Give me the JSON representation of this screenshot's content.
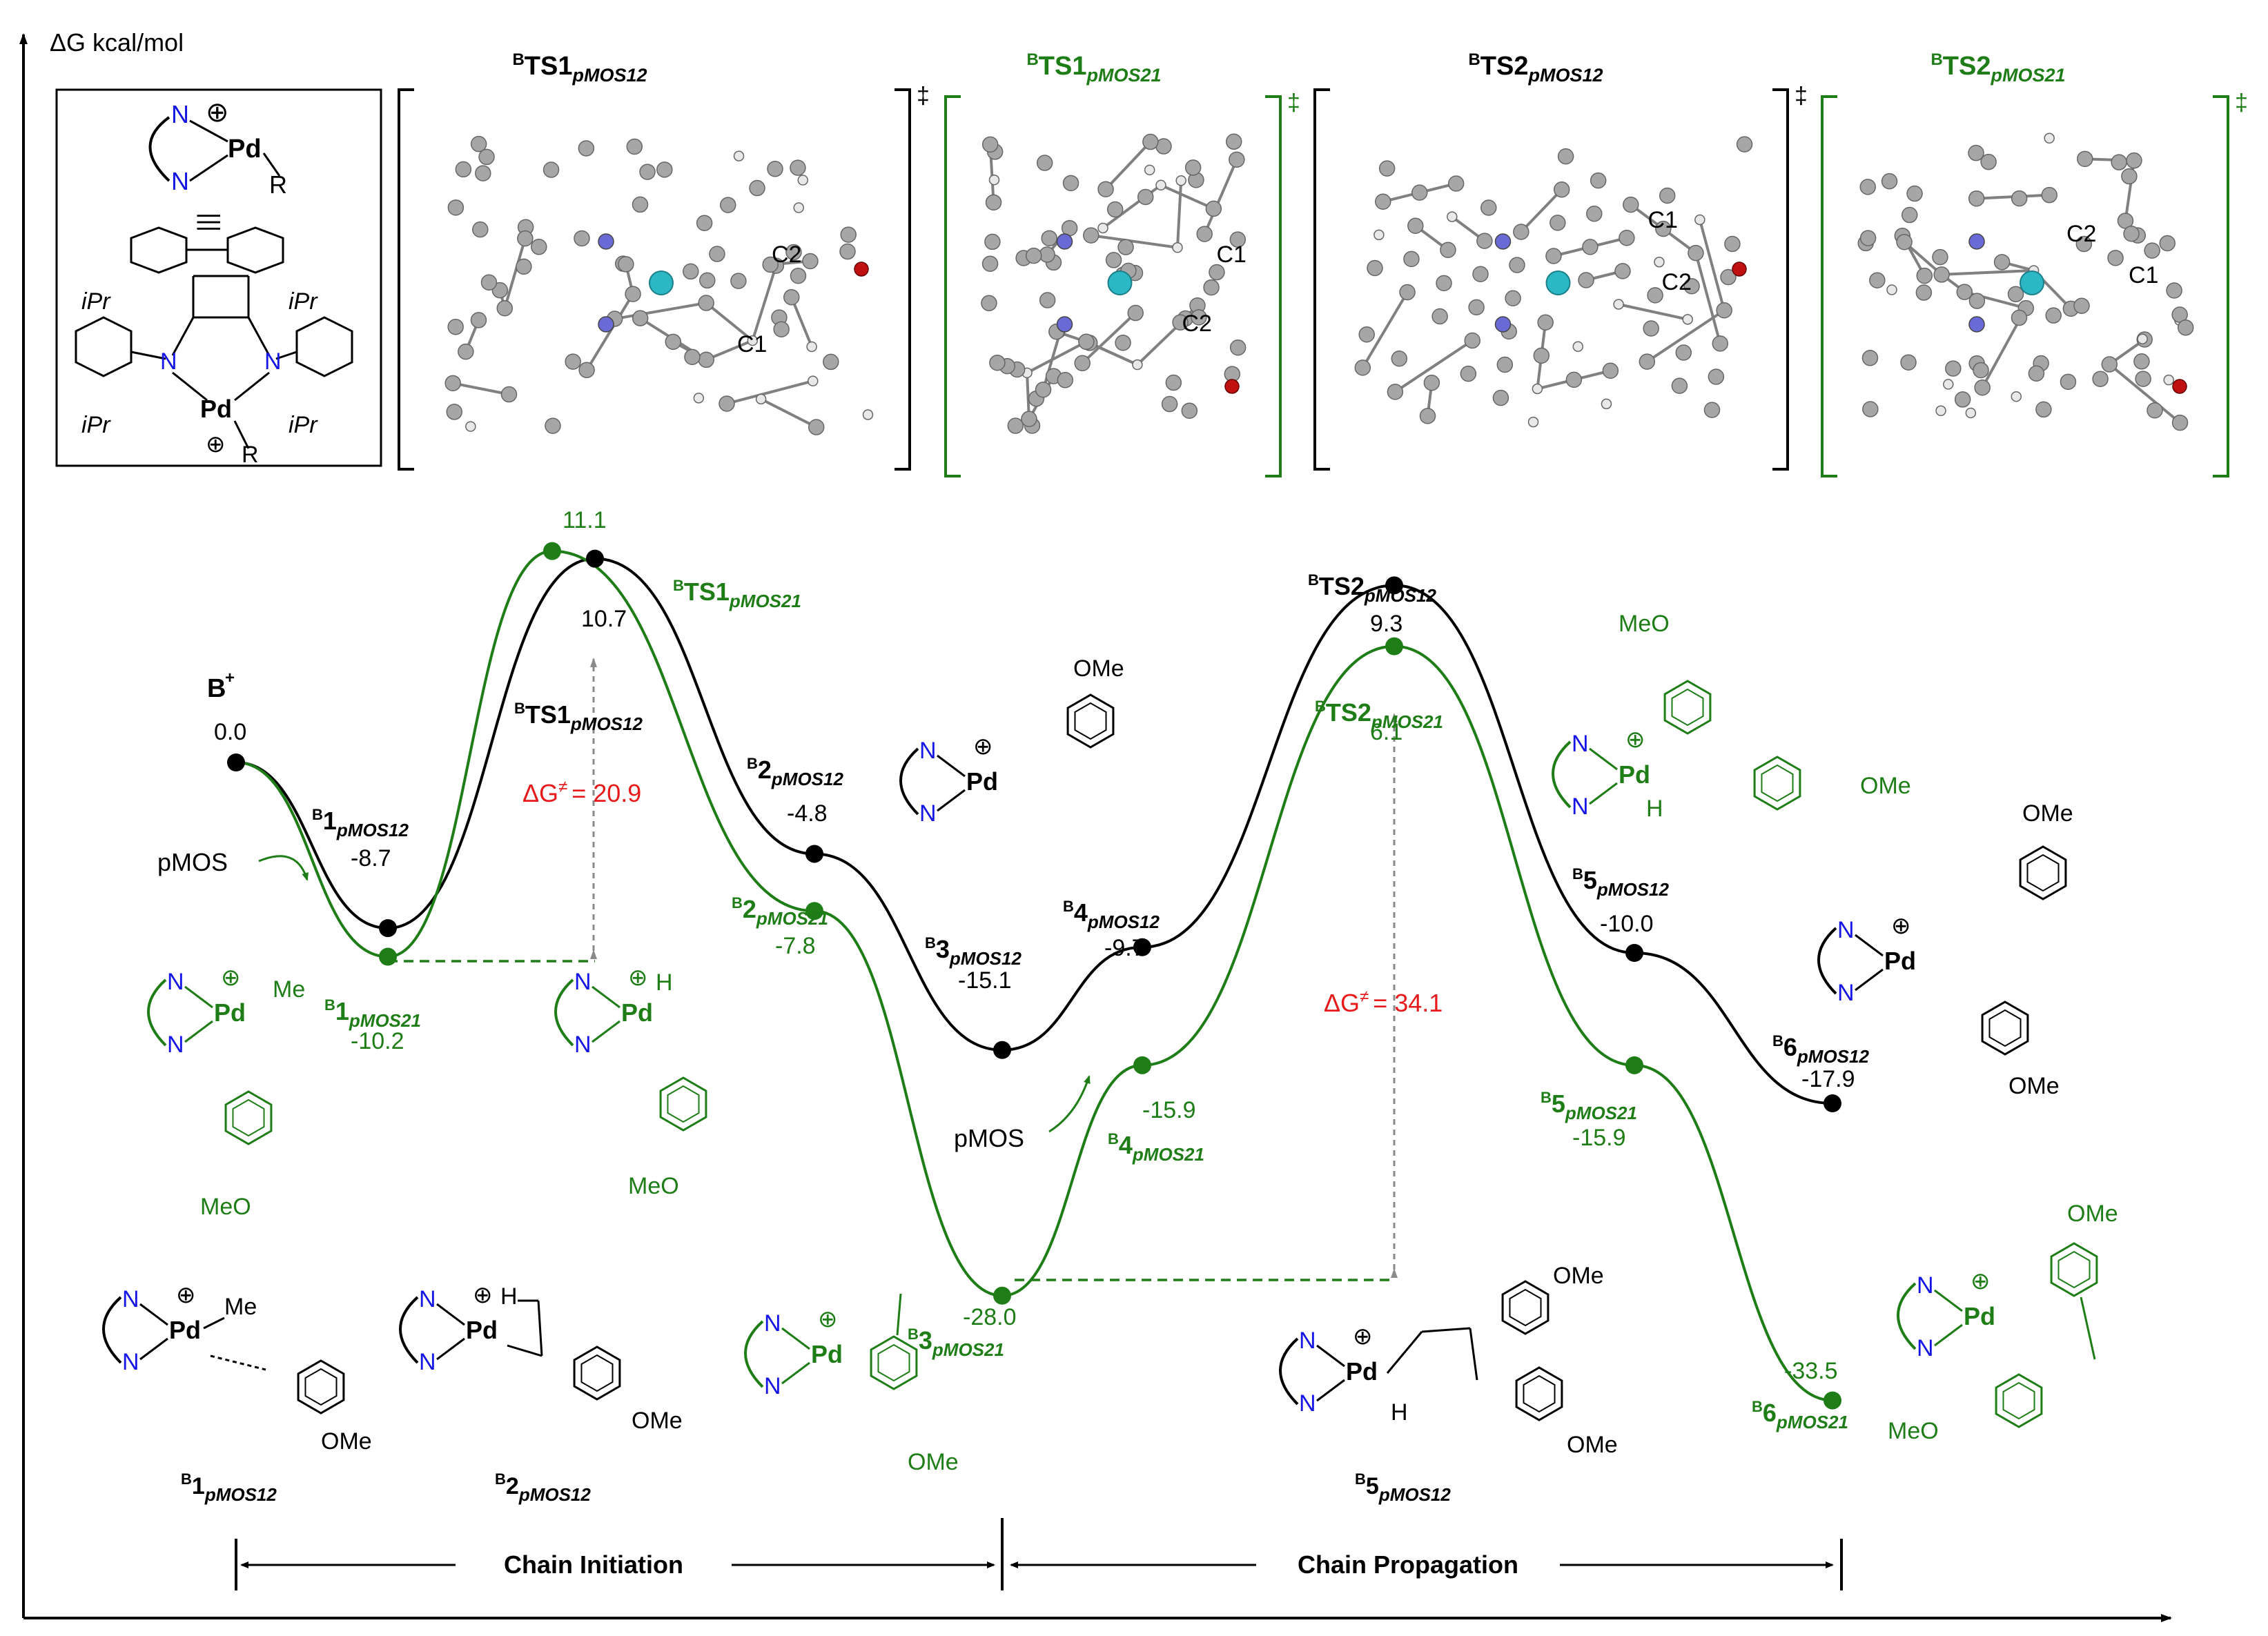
{
  "axis": {
    "y_label": "ΔG kcal/mol"
  },
  "colors": {
    "black": "#000000",
    "green": "#1e7d16",
    "red": "#e8191a",
    "grey": "#8a8a8a",
    "blue": "#1515e6"
  },
  "legend": {
    "N": "N",
    "Pd": "Pd",
    "R": "R",
    "equiv": "|||",
    "iPr": "iPr",
    "plus": "⊕"
  },
  "ts_titles": [
    {
      "pre": "B",
      "main": "TS1",
      "sub": "pMOS12",
      "color": "black"
    },
    {
      "pre": "B",
      "main": "TS1",
      "sub": "pMOS21",
      "color": "green"
    },
    {
      "pre": "B",
      "main": "TS2",
      "sub": "pMOS12",
      "color": "black"
    },
    {
      "pre": "B",
      "main": "TS2",
      "sub": "pMOS21",
      "color": "green"
    }
  ],
  "dagger": "‡",
  "atom_labels": {
    "c1": "C1",
    "c2": "C2"
  },
  "points_black": [
    {
      "id": "B+",
      "energy": 0.0,
      "value": "0.0"
    },
    {
      "id": "B1pMOS12",
      "energy": -8.7,
      "value": "-8.7"
    },
    {
      "id": "BTS1pMOS12",
      "energy": 10.7,
      "value": "10.7"
    },
    {
      "id": "B2pMOS12",
      "energy": -4.8,
      "value": "-4.8"
    },
    {
      "id": "B3pMOS12",
      "energy": -15.1,
      "value": "-15.1"
    },
    {
      "id": "B4pMOS12",
      "energy": -9.7,
      "value": "-9.7"
    },
    {
      "id": "BTS2pMOS12",
      "energy": 9.3,
      "value": "9.3"
    },
    {
      "id": "B5pMOS12",
      "energy": -10.0,
      "value": "-10.0"
    },
    {
      "id": "B6pMOS12",
      "energy": -17.9,
      "value": "-17.9"
    }
  ],
  "points_green": [
    {
      "id": "B1pMOS21",
      "energy": -10.2,
      "value": "-10.2"
    },
    {
      "id": "BTS1pMOS21",
      "energy": 11.1,
      "value": "11.1"
    },
    {
      "id": "B2pMOS21",
      "energy": -7.8,
      "value": "-7.8"
    },
    {
      "id": "B3pMOS21",
      "energy": -28.0,
      "value": "-28.0"
    },
    {
      "id": "B4pMOS21",
      "energy": -15.9,
      "value": "-15.9"
    },
    {
      "id": "BTS2pMOS21",
      "energy": 6.1,
      "value": "6.1"
    },
    {
      "id": "B5pMOS21",
      "energy": -15.9,
      "value": "-15.9"
    },
    {
      "id": "B6pMOS21",
      "energy": -33.5,
      "value": "-33.5"
    }
  ],
  "species_labels": {
    "Bplus": "B",
    "pMOS": "pMOS",
    "labels": [
      {
        "pre": "B",
        "main": "1",
        "sub": "pMOS12"
      },
      {
        "pre": "B",
        "main": "1",
        "sub": "pMOS21"
      },
      {
        "pre": "B",
        "main": "TS1",
        "sub": "pMOS12"
      },
      {
        "pre": "B",
        "main": "TS1",
        "sub": "pMOS21"
      },
      {
        "pre": "B",
        "main": "2",
        "sub": "pMOS12"
      },
      {
        "pre": "B",
        "main": "2",
        "sub": "pMOS21"
      },
      {
        "pre": "B",
        "main": "3",
        "sub": "pMOS12"
      },
      {
        "pre": "B",
        "main": "3",
        "sub": "pMOS21"
      },
      {
        "pre": "B",
        "main": "4",
        "sub": "pMOS12"
      },
      {
        "pre": "B",
        "main": "4",
        "sub": "pMOS21"
      },
      {
        "pre": "B",
        "main": "TS2",
        "sub": "pMOS12"
      },
      {
        "pre": "B",
        "main": "TS2",
        "sub": "pMOS21"
      },
      {
        "pre": "B",
        "main": "5",
        "sub": "pMOS12"
      },
      {
        "pre": "B",
        "main": "5",
        "sub": "pMOS21"
      },
      {
        "pre": "B",
        "main": "6",
        "sub": "pMOS12"
      },
      {
        "pre": "B",
        "main": "6",
        "sub": "pMOS21"
      }
    ]
  },
  "barriers": [
    {
      "label": "ΔG",
      "sup": "≠",
      "value": "= 20.9"
    },
    {
      "label": "ΔG",
      "sup": "≠",
      "value": "= 34.1"
    }
  ],
  "struct_text": {
    "Me": "Me",
    "MeO": "MeO",
    "OMe": "OMe",
    "H": "H"
  },
  "phases": {
    "initiation": "Chain Initiation",
    "propagation": "Chain Propagation"
  }
}
